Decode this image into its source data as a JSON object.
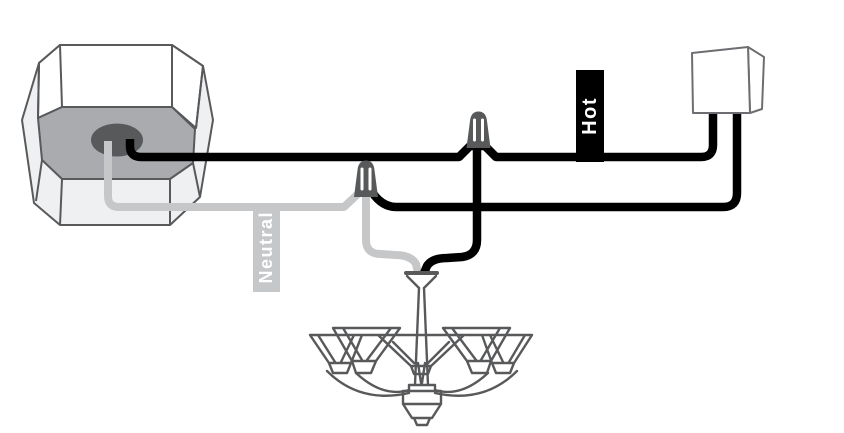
{
  "diagram": {
    "type": "electrical-wiring-diagram",
    "components": {
      "junction_box": "octagonal ceiling junction box",
      "switch_box": "wall switch box",
      "fixture": "chandelier light fixture",
      "wire_nut_count": 2
    }
  },
  "labels": {
    "hot": "Hot",
    "neutral": "Neutral"
  },
  "colors": {
    "hot_wire": "#000000",
    "neutral_wire": "#c6c7c9",
    "outline": "#58595b",
    "box_inner_face": "#a9abae",
    "box_light_face": "#eff0f1",
    "label_text": "#ffffff",
    "background": "#ffffff"
  }
}
